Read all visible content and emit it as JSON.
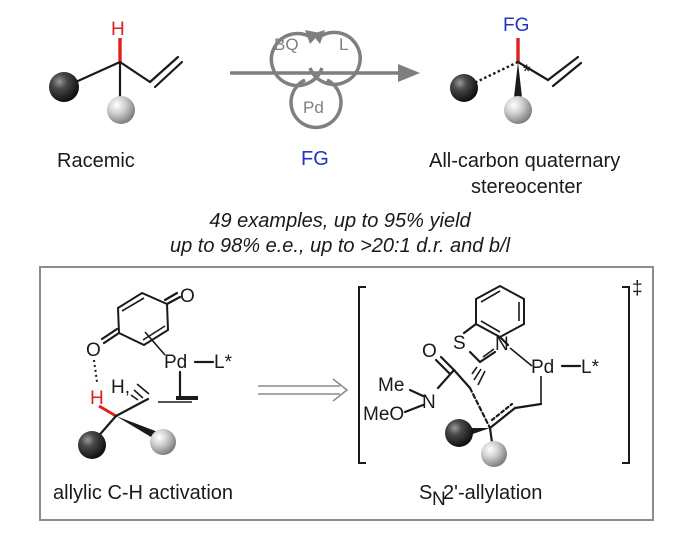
{
  "colors": {
    "h_red": "#e0201b",
    "fg_blue": "#1f33c8",
    "cycle_gray": "#7f7f7f",
    "frame": "#8c8c8c",
    "ink": "#1a1a1a"
  },
  "scheme": {
    "left": {
      "h_label": "H",
      "caption": "Racemic"
    },
    "cycle": {
      "bq": "BQ",
      "l": "L",
      "pd": "Pd",
      "fg": "FG"
    },
    "right": {
      "fg_label": "FG",
      "star": "*",
      "caption_line1": "All-carbon quaternary",
      "caption_line2": "stereocenter"
    }
  },
  "summary": {
    "line1": "49 examples, up to 95% yield",
    "line2": "up to 98% e.e., up to >20:1 d.r. and b/l"
  },
  "ts1": {
    "o_top": "O",
    "o_left": "O",
    "pd": "Pd",
    "l_star": "L*",
    "h_red": "H",
    "h_black": "H,",
    "caption": "allylic C-H activation"
  },
  "ts2": {
    "s": "S",
    "n_ring": "N",
    "o": "O",
    "me": "Me",
    "n_amide": "N",
    "meo": "MeO",
    "pd": "Pd",
    "l_star": "L*",
    "dagger": "‡",
    "caption_s": "S",
    "caption_n": "N",
    "caption_rest": "2'-allylation"
  },
  "icons": [
    "gray-sphere-icon",
    "dark-sphere-icon",
    "catalytic-cycle-icon",
    "reaction-arrow-icon",
    "double-arrow-icon"
  ]
}
